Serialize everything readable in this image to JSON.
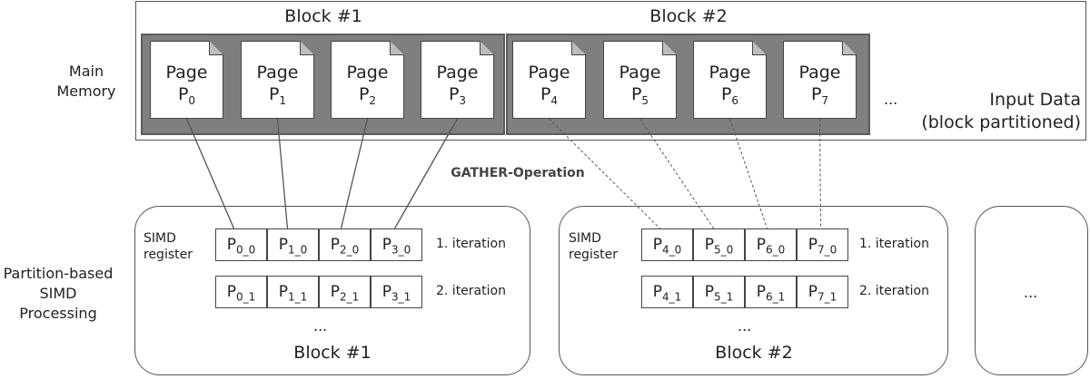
{
  "main_memory_label": [
    "Main",
    "Memory"
  ],
  "processing_label": [
    "Partition-based",
    "SIMD",
    "Processing"
  ],
  "input_data_label": [
    "Input Data",
    "(block partitioned)"
  ],
  "memory_blocks": [
    {
      "title": "Block #1",
      "pages": [
        {
          "word": "Page",
          "base": "P",
          "sub": "0"
        },
        {
          "word": "Page",
          "base": "P",
          "sub": "1"
        },
        {
          "word": "Page",
          "base": "P",
          "sub": "2"
        },
        {
          "word": "Page",
          "base": "P",
          "sub": "3"
        }
      ]
    },
    {
      "title": "Block #2",
      "pages": [
        {
          "word": "Page",
          "base": "P",
          "sub": "4"
        },
        {
          "word": "Page",
          "base": "P",
          "sub": "5"
        },
        {
          "word": "Page",
          "base": "P",
          "sub": "6"
        },
        {
          "word": "Page",
          "base": "P",
          "sub": "7"
        }
      ]
    }
  ],
  "memory_ellipsis": "...",
  "gather_label": "GATHER-Operation",
  "processing_blocks": [
    {
      "simd_label": [
        "SIMD",
        "register"
      ],
      "rows": [
        {
          "cells": [
            {
              "base": "P",
              "sub": "0_0"
            },
            {
              "base": "P",
              "sub": "1_0"
            },
            {
              "base": "P",
              "sub": "2_0"
            },
            {
              "base": "P",
              "sub": "3_0"
            }
          ],
          "iteration": "1. iteration"
        },
        {
          "cells": [
            {
              "base": "P",
              "sub": "0_1"
            },
            {
              "base": "P",
              "sub": "1_1"
            },
            {
              "base": "P",
              "sub": "2_1"
            },
            {
              "base": "P",
              "sub": "3_1"
            }
          ],
          "iteration": "2. iteration"
        }
      ],
      "ellipsis": "...",
      "title": "Block #1"
    },
    {
      "simd_label": [
        "SIMD",
        "register"
      ],
      "rows": [
        {
          "cells": [
            {
              "base": "P",
              "sub": "4_0"
            },
            {
              "base": "P",
              "sub": "5_0"
            },
            {
              "base": "P",
              "sub": "6_0"
            },
            {
              "base": "P",
              "sub": "7_0"
            }
          ],
          "iteration": "1. iteration"
        },
        {
          "cells": [
            {
              "base": "P",
              "sub": "4_1"
            },
            {
              "base": "P",
              "sub": "5_1"
            },
            {
              "base": "P",
              "sub": "6_1"
            },
            {
              "base": "P",
              "sub": "7_1"
            }
          ],
          "iteration": "2. iteration"
        }
      ],
      "ellipsis": "...",
      "title": "Block #2"
    }
  ],
  "third_block_ellipsis": "...",
  "colors": {
    "block_fill": "#7f7f7f",
    "line": "#555555"
  }
}
